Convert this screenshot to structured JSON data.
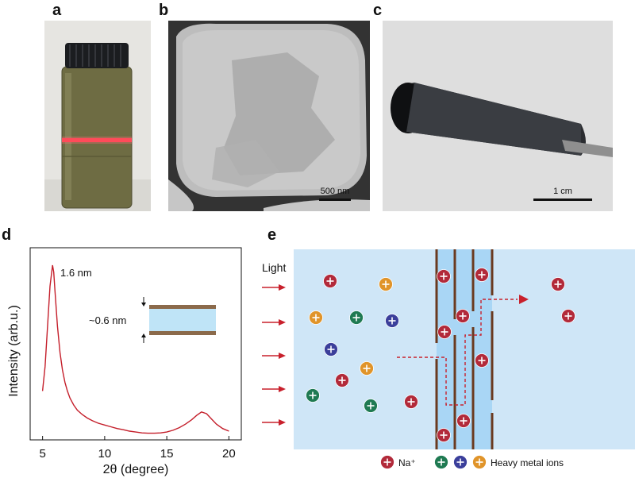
{
  "panels": {
    "a": {
      "letter": "a"
    },
    "b": {
      "letter": "b",
      "scale_bar": "500 nm"
    },
    "c": {
      "letter": "c",
      "scale_bar": "1 cm"
    },
    "d": {
      "letter": "d"
    },
    "e": {
      "letter": "e",
      "light_label": "Light",
      "legend_na": "Na⁺",
      "legend_heavy": "Heavy metal ions"
    }
  },
  "colors": {
    "curve": "#c41e2a",
    "water": "#cfe6f7",
    "channel": "#a9d6f5",
    "sheet": "#6b3a1f",
    "na_ion": "#b22a3a",
    "green_ion": "#1f7a52",
    "blue_ion": "#3b3f9b",
    "orange_ion": "#e0942a",
    "arrow": "#c8202c"
  },
  "chart_data": {
    "type": "line",
    "title": "",
    "xlabel": "2θ (degree)",
    "ylabel": "Intensity (arb.u.)",
    "xlim": [
      4,
      21
    ],
    "ylim": [
      0,
      1.1
    ],
    "xticks": [
      5,
      10,
      15,
      20
    ],
    "x": [
      5.0,
      5.2,
      5.4,
      5.6,
      5.8,
      5.9,
      6.0,
      6.2,
      6.4,
      6.6,
      6.8,
      7.0,
      7.2,
      7.5,
      7.8,
      8.2,
      8.6,
      9.0,
      9.5,
      10.0,
      10.5,
      11.0,
      11.5,
      12.0,
      12.5,
      13.0,
      13.5,
      14.0,
      14.5,
      15.0,
      15.5,
      16.0,
      16.5,
      17.0,
      17.4,
      17.8,
      18.2,
      18.6,
      19.0,
      19.5,
      20.0
    ],
    "series": [
      {
        "values": [
          0.28,
          0.42,
          0.65,
          0.88,
          1.0,
          0.96,
          0.85,
          0.65,
          0.5,
          0.4,
          0.33,
          0.28,
          0.24,
          0.2,
          0.17,
          0.145,
          0.125,
          0.11,
          0.095,
          0.085,
          0.075,
          0.065,
          0.058,
          0.05,
          0.045,
          0.04,
          0.038,
          0.038,
          0.04,
          0.045,
          0.055,
          0.07,
          0.09,
          0.115,
          0.14,
          0.16,
          0.15,
          0.12,
          0.09,
          0.065,
          0.05
        ]
      }
    ],
    "annotations": {
      "peak": "1.6 nm",
      "spacing": "~0.6 nm"
    }
  }
}
